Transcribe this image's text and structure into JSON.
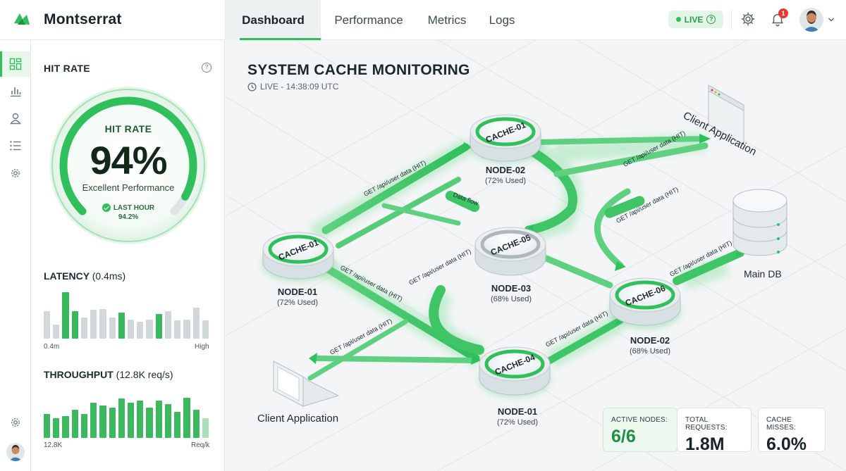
{
  "app": {
    "name": "Montserrat"
  },
  "tabs": [
    {
      "label": "Dashboard",
      "active": true
    },
    {
      "label": "Performance",
      "active": false
    },
    {
      "label": "Metrics",
      "active": false
    },
    {
      "label": "Logs",
      "active": false
    }
  ],
  "status": {
    "live_label": "LIVE",
    "notifications": "1"
  },
  "icons": [
    "dashboard-icon",
    "bar-chart-icon",
    "user-icon",
    "list-icon",
    "gear-icon",
    "help-icon",
    "bell-icon",
    "clock-icon",
    "chevron-down-icon"
  ],
  "colors": {
    "accent": "#2fbf5b",
    "accent_dark": "#1f8f44",
    "badge": "#e53935"
  },
  "hit_rate": {
    "panel_title": "HIT RATE",
    "gauge_title": "HIT RATE",
    "value": "94%",
    "percent": 94,
    "caption": "Excellent Performance",
    "last_label": "LAST HOUR",
    "last_value": "94.2%"
  },
  "latency": {
    "title": "LATENCY",
    "detail": "(0.4ms)",
    "min_label": "0.4m",
    "max_label": "High",
    "levels": [
      0.58,
      0.29,
      0.97,
      0.58,
      0.44,
      0.6,
      0.62,
      0.44,
      0.55,
      0.4,
      0.36,
      0.4,
      0.52,
      0.58,
      0.38,
      0.4,
      0.65,
      0.38
    ],
    "highlighted": [
      false,
      false,
      true,
      true,
      false,
      false,
      false,
      false,
      true,
      false,
      false,
      false,
      true,
      false,
      false,
      false,
      false,
      false
    ]
  },
  "throughput": {
    "title": "THROUGHPUT",
    "detail": "(12.8K req/s)",
    "min_label": "12.8K",
    "max_label": "Req/k",
    "levels": [
      0.55,
      0.45,
      0.5,
      0.65,
      0.55,
      0.8,
      0.75,
      0.7,
      0.9,
      0.8,
      0.85,
      0.7,
      0.85,
      0.78,
      0.6,
      0.92,
      0.65,
      0.45
    ]
  },
  "main": {
    "title": "SYSTEM CACHE MONITORING",
    "subtitle": "LIVE - 14:38:09 UTC"
  },
  "diagram": {
    "nodes": [
      {
        "cache": "CACHE-01",
        "node": "NODE-02",
        "used": "(72% Used)"
      },
      {
        "cache": "CACHE-01",
        "node": "NODE-01",
        "used": "(72% Used)"
      },
      {
        "cache": "CACHE-05",
        "node": "NODE-03",
        "used": "(68% Used)"
      },
      {
        "cache": "CACHE-06",
        "node": "NODE-02",
        "used": "(68% Used)"
      },
      {
        "cache": "CACHE-04",
        "node": "NODE-01",
        "used": "(72% Used)"
      }
    ],
    "request_label": "GET /api/user data (HIT)",
    "data_flow_label": "Data flow",
    "client_top": "Client Application",
    "client_bottom": "Client Application",
    "database": "Main DB"
  },
  "stats": [
    {
      "label": "ACTIVE NODES:",
      "value": "6/6"
    },
    {
      "label": "TOTAL REQUESTS:",
      "value": "1.8M"
    },
    {
      "label": "CACHE MISSES:",
      "value": "6.0%"
    }
  ]
}
